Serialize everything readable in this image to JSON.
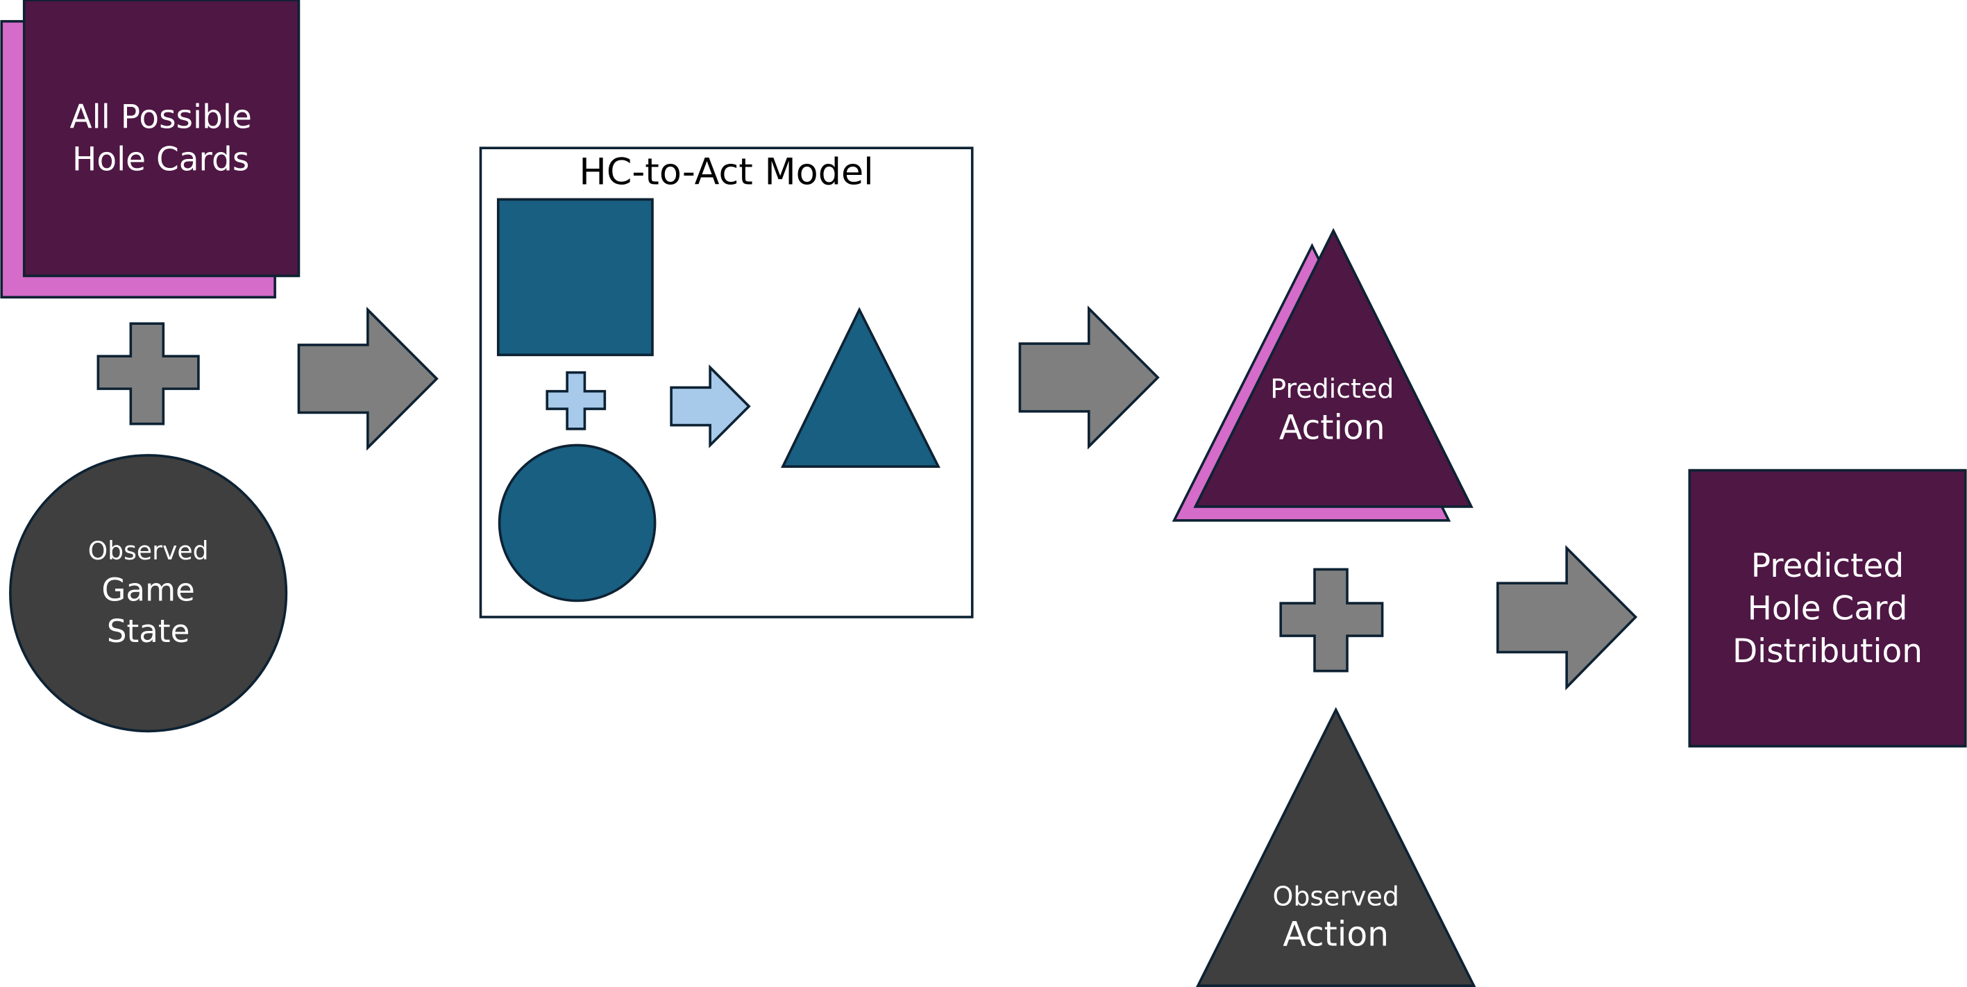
{
  "colors": {
    "plum": "#4e1744",
    "pink": "#d56cc9",
    "dark_gray": "#3f3f3f",
    "mid_gray": "#7f7f7f",
    "teal": "#185f82",
    "light_blue": "#a7c9ea",
    "outline": "#0d2233",
    "text_light": "#ffffff",
    "text_dark": "#000000"
  },
  "nodes": {
    "hole_cards": {
      "line1": "All Possible",
      "line2": "Hole Cards"
    },
    "game_state": {
      "line1": "Observed",
      "line2": "Game",
      "line3": "State"
    },
    "model": {
      "title": "HC-to-Act Model"
    },
    "predicted_action": {
      "line1": "Predicted",
      "line2": "Action"
    },
    "observed_action": {
      "line1": "Observed",
      "line2": "Action"
    },
    "distribution": {
      "line1": "Predicted",
      "line2": "Hole Card",
      "line3": "Distribution"
    }
  },
  "icons": [
    "plus-icon",
    "right-arrow-icon",
    "square-icon",
    "circle-icon",
    "triangle-icon"
  ]
}
